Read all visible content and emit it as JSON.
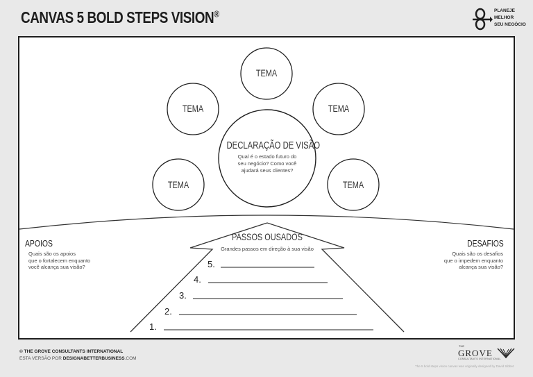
{
  "header": {
    "title": "CANVAS 5 BOLD STEPS VISION",
    "title_mark": "®",
    "brand_icon": "infinity-arrow-icon",
    "brand_lines": [
      "PLANEJE",
      "MELHOR",
      "SEU NEGÓCIO"
    ]
  },
  "vision": {
    "title": "DECLARAÇÃO DE VISÃO",
    "question_lines": [
      "Qual é o estado futuro do",
      "seu negócio? Como você",
      "ajudará seus clientes?"
    ]
  },
  "themes": [
    "TEMA",
    "TEMA",
    "TEMA",
    "TEMA",
    "TEMA"
  ],
  "apoios": {
    "title": "APOIOS",
    "lines": [
      "Quais são os apoios",
      "que o fortalecem enquanto",
      "você alcança sua visão?"
    ]
  },
  "desafios": {
    "title": "DESAFIOS",
    "lines": [
      "Quais são os desafios",
      "que o impedem enquanto",
      "alcança sua visão?"
    ]
  },
  "steps": {
    "title": "PASSOS OUSADOS",
    "subtitle": "Grandes passos em direção à sua visão",
    "numbers": [
      "5.",
      "4.",
      "3.",
      "2.",
      "1."
    ]
  },
  "footer": {
    "copyright_symbol": "©",
    "org": "THE GROVE CONSULTANTS INTERNATIONAL",
    "version_prefix": "ESTA VERSÃO POR",
    "site": "DESIGNABETTERBUSINESS",
    "site_suffix": ".COM",
    "grove_the": "THE",
    "grove_word": "GROVE",
    "grove_sub": "CONSULTANTS INTERNATIONAL",
    "fine_print": "The 5 bold steps vision canvas was originally designed by David Sibbet"
  },
  "colors": {
    "ink": "#1e1e1e",
    "paper": "#ffffff",
    "background": "#e9e9e9"
  }
}
